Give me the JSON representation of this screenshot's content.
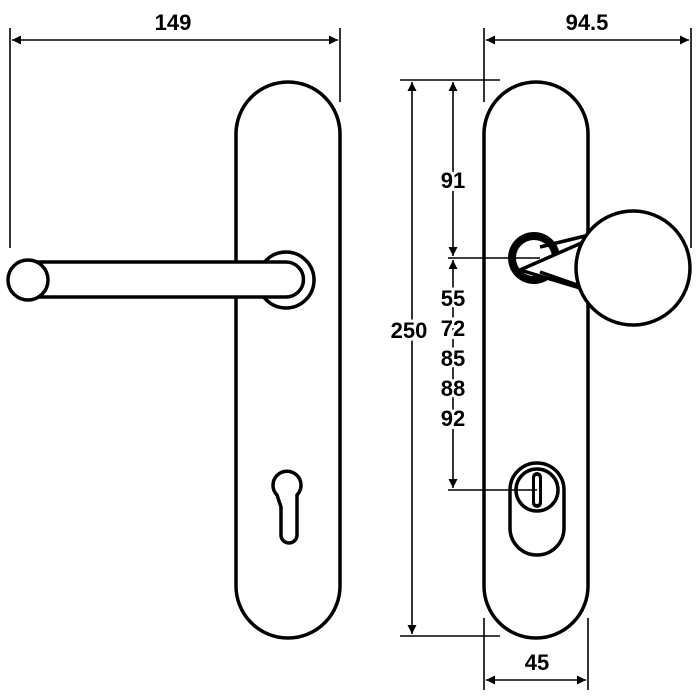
{
  "dimensions": {
    "overall_width_left": "149",
    "projection_right": "94.5",
    "plate_height": "250",
    "handle_to_top": "91",
    "distance_options": [
      "55",
      "72",
      "85",
      "88",
      "92"
    ],
    "plate_width": "45"
  },
  "colors": {
    "line": "#000000",
    "background": "#ffffff"
  }
}
